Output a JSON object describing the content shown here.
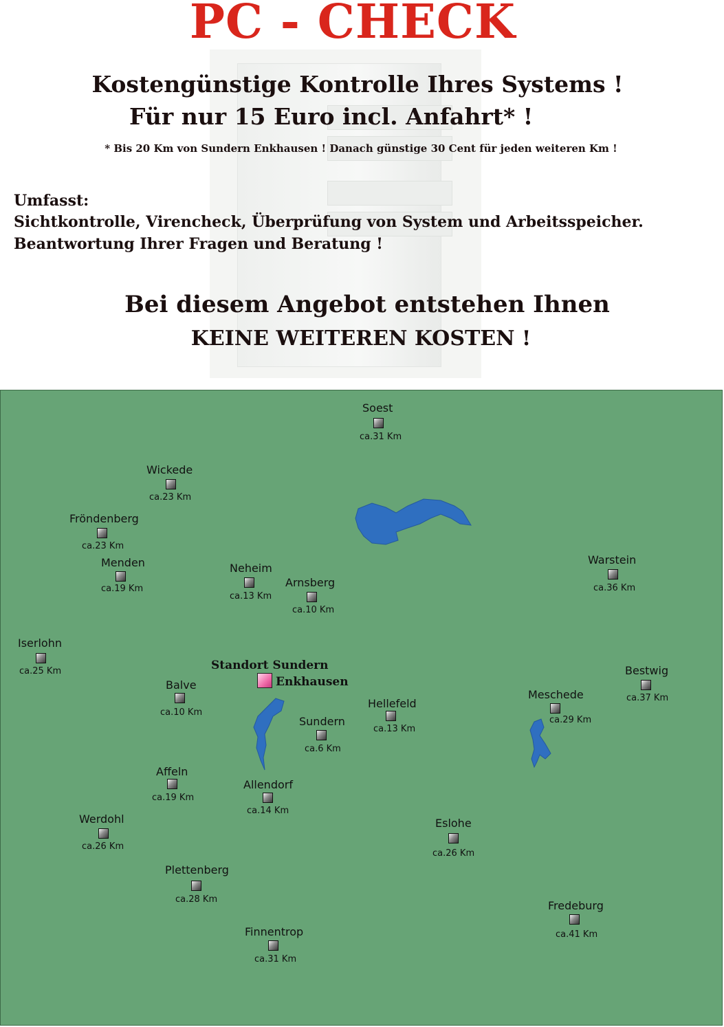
{
  "header": {
    "title": "PC - CHECK",
    "headline1": "Kostengünstige Kontrolle Ihres Systems !",
    "headline2": "Für nur 15 Euro incl. Anfahrt* !",
    "footnote": "* Bis 20 Km von Sundern Enkhausen ! Danach günstige 30 Cent für jeden weiteren Km !"
  },
  "includes": {
    "label": "Umfasst:",
    "line1": "Sichtkontrolle, Virencheck, Überprüfung von System und Arbeitsspeicher.",
    "line2": "Beantwortung Ihrer Fragen und Beratung !"
  },
  "offer": {
    "line1": "Bei diesem Angebot entstehen Ihnen",
    "line2": "KEINE WEITEREN KOSTEN !"
  },
  "map": {
    "colors": {
      "land": "#67a476",
      "water": "#2f6fc0",
      "home_marker": "#f06aa8"
    },
    "home": {
      "line1": "Standort Sundern",
      "line2": "Enkhausen"
    },
    "towns": [
      {
        "name": "Soest",
        "distance": "ca.31 Km"
      },
      {
        "name": "Wickede",
        "distance": "ca.23 Km"
      },
      {
        "name": "Fröndenberg",
        "distance": "ca.23 Km"
      },
      {
        "name": "Menden",
        "distance": "ca.19 Km"
      },
      {
        "name": "Neheim",
        "distance": "ca.13 Km"
      },
      {
        "name": "Arnsberg",
        "distance": "ca.10 Km"
      },
      {
        "name": "Warstein",
        "distance": "ca.36 Km"
      },
      {
        "name": "Iserlohn",
        "distance": "ca.25 Km"
      },
      {
        "name": "Bestwig",
        "distance": "ca.37 Km"
      },
      {
        "name": "Balve",
        "distance": "ca.10 Km"
      },
      {
        "name": "Hellefeld",
        "distance": "ca.13 Km"
      },
      {
        "name": "Meschede",
        "distance": "ca.29 Km"
      },
      {
        "name": "Sundern",
        "distance": "ca.6 Km"
      },
      {
        "name": "Affeln",
        "distance": "ca.19 Km"
      },
      {
        "name": "Allendorf",
        "distance": "ca.14 Km"
      },
      {
        "name": "Werdohl",
        "distance": "ca.26 Km"
      },
      {
        "name": "Eslohe",
        "distance": "ca.26 Km"
      },
      {
        "name": "Plettenberg",
        "distance": "ca.28 Km"
      },
      {
        "name": "Fredeburg",
        "distance": "ca.41 Km"
      },
      {
        "name": "Finnentrop",
        "distance": "ca.31 Km"
      }
    ]
  }
}
